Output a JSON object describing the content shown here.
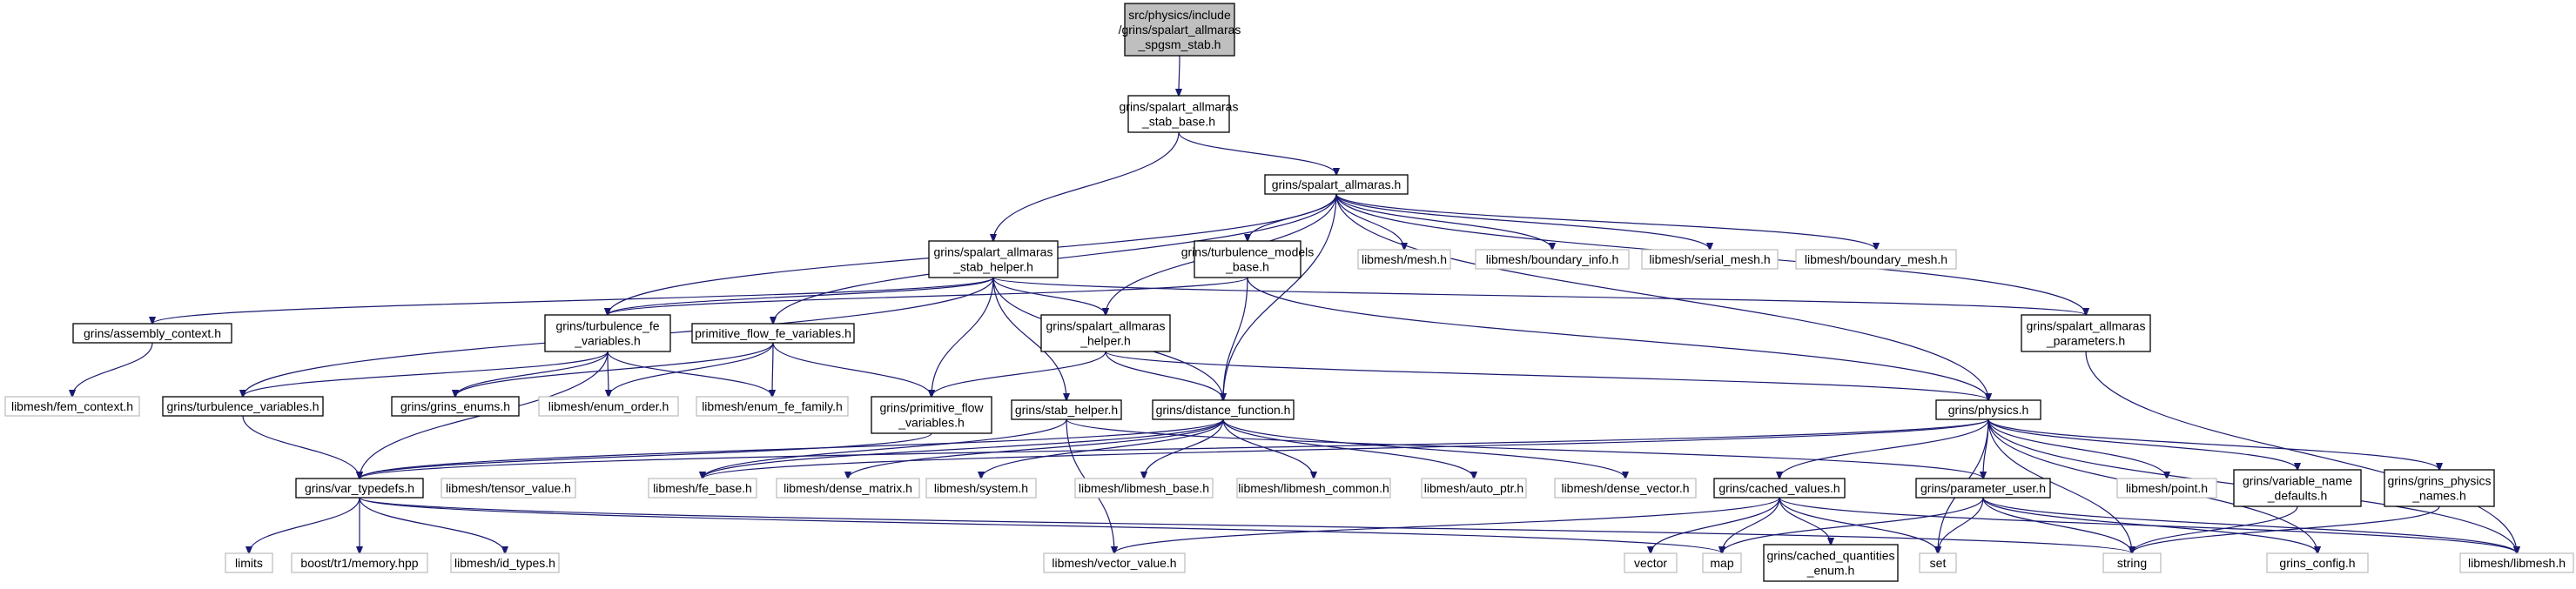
{
  "title": "",
  "nodes": {
    "root": [
      "src/physics/include",
      "/grins/spalart_allmaras",
      "_spgsm_stab.h"
    ],
    "stab_base": [
      "grins/spalart_allmaras",
      "_stab_base.h"
    ],
    "sa": [
      "grins/spalart_allmaras.h"
    ],
    "stab_helper": [
      "grins/spalart_allmaras",
      "_stab_helper.h"
    ],
    "tm_base": [
      "grins/turbulence_models",
      "_base.h"
    ],
    "mesh": [
      "libmesh/mesh.h"
    ],
    "boundary_info": [
      "libmesh/boundary_info.h"
    ],
    "serial_mesh": [
      "libmesh/serial_mesh.h"
    ],
    "boundary_mesh": [
      "libmesh/boundary_mesh.h"
    ],
    "assembly": [
      "grins/assembly_context.h"
    ],
    "turb_fe": [
      "grins/turbulence_fe",
      "_variables.h"
    ],
    "prim_flow_fe": [
      "primitive_flow_fe_variables.h"
    ],
    "sa_helper": [
      "grins/spalart_allmaras",
      "_helper.h"
    ],
    "sa_params": [
      "grins/spalart_allmaras",
      "_parameters.h"
    ],
    "fem_context": [
      "libmesh/fem_context.h"
    ],
    "turb_vars": [
      "grins/turbulence_variables.h"
    ],
    "grins_enums": [
      "grins/grins_enums.h"
    ],
    "enum_order": [
      "libmesh/enum_order.h"
    ],
    "enum_fe_family": [
      "libmesh/enum_fe_family.h"
    ],
    "prim_flow_vars": [
      "grins/primitive_flow",
      "_variables.h"
    ],
    "stab_helper_g": [
      "grins/stab_helper.h"
    ],
    "distance": [
      "grins/distance_function.h"
    ],
    "physics": [
      "grins/physics.h"
    ],
    "var_typedefs": [
      "grins/var_typedefs.h"
    ],
    "tensor_value": [
      "libmesh/tensor_value.h"
    ],
    "fe_base": [
      "libmesh/fe_base.h"
    ],
    "dense_matrix": [
      "libmesh/dense_matrix.h"
    ],
    "system": [
      "libmesh/system.h"
    ],
    "libmesh_base": [
      "libmesh/libmesh_base.h"
    ],
    "libmesh_common": [
      "libmesh/libmesh_common.h"
    ],
    "auto_ptr": [
      "libmesh/auto_ptr.h"
    ],
    "dense_vector": [
      "libmesh/dense_vector.h"
    ],
    "cached_values": [
      "grins/cached_values.h"
    ],
    "param_user": [
      "grins/parameter_user.h"
    ],
    "point": [
      "libmesh/point.h"
    ],
    "var_name_defaults": [
      "grins/variable_name",
      "_defaults.h"
    ],
    "physics_names": [
      "grins/grins_physics",
      "_names.h"
    ],
    "limits": [
      "limits"
    ],
    "memory": [
      "boost/tr1/memory.hpp"
    ],
    "id_types": [
      "libmesh/id_types.h"
    ],
    "vector_value": [
      "libmesh/vector_value.h"
    ],
    "vector": [
      "vector"
    ],
    "map": [
      "map"
    ],
    "cached_quant": [
      "grins/cached_quantities",
      "_enum.h"
    ],
    "set": [
      "set"
    ],
    "string": [
      "string"
    ],
    "grins_config": [
      "grins_config.h"
    ],
    "libmesh_h": [
      "libmesh/libmesh.h"
    ]
  }
}
